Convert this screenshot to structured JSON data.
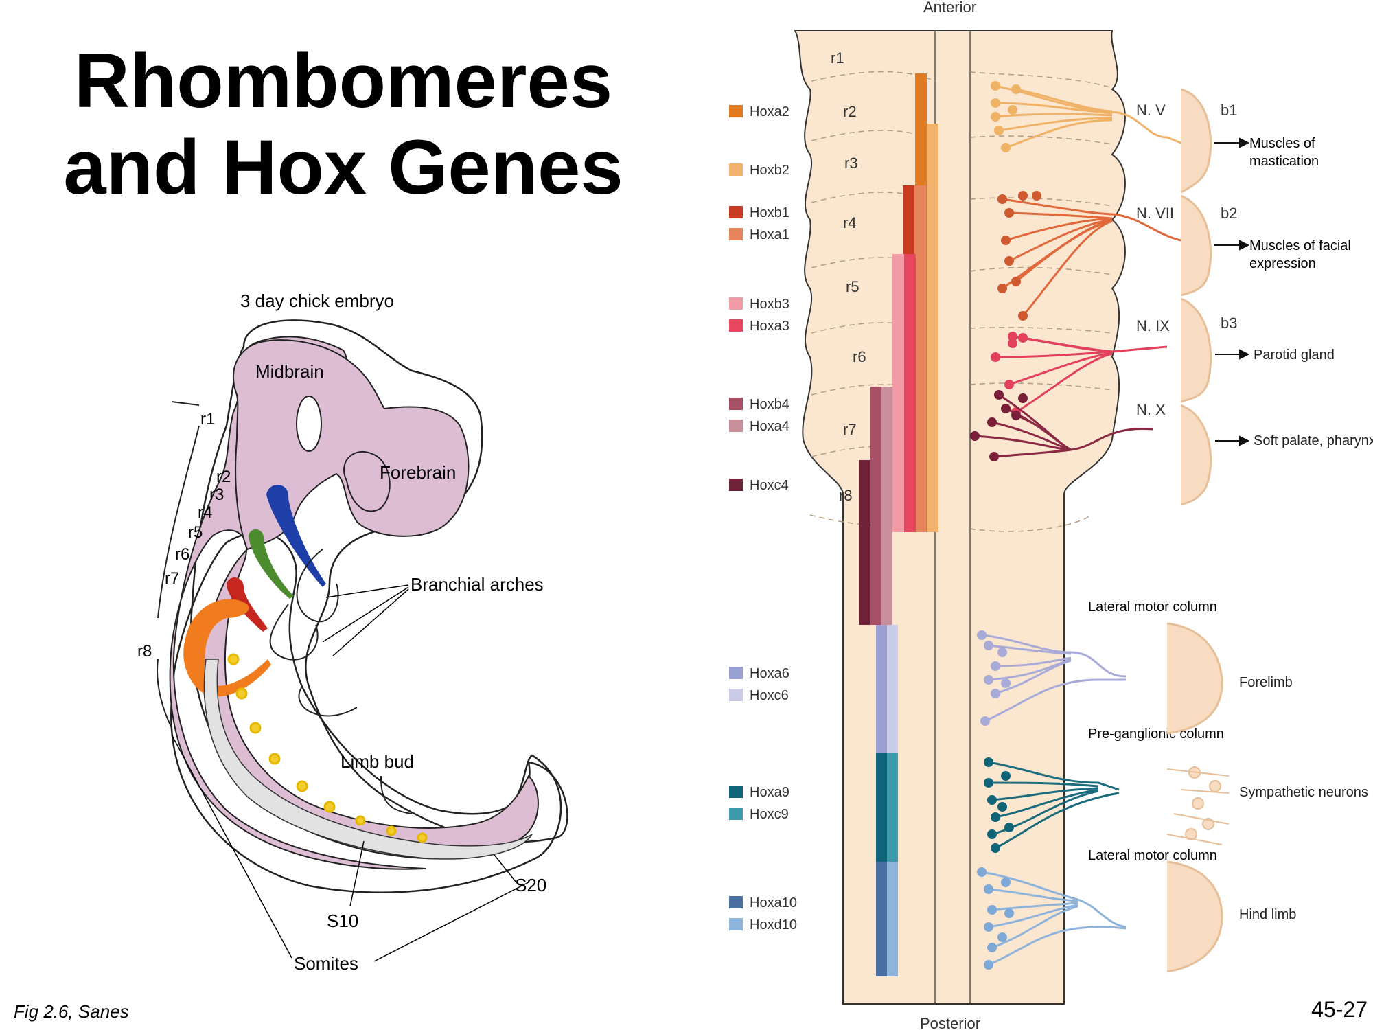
{
  "title": {
    "line1": "Rhombomeres",
    "line2": "and Hox Genes"
  },
  "credit": "Fig 2.6, Sanes",
  "page_number": "45-27",
  "embryo": {
    "caption": "3 day chick embryo",
    "midbrain": "Midbrain",
    "forebrain": "Forebrain",
    "branchial_arches": "Branchial arches",
    "limb_bud": "Limb bud",
    "somites": "Somites",
    "s10": "S10",
    "s20": "S20",
    "rhombomeres": [
      "r1",
      "r2",
      "r3",
      "r4",
      "r5",
      "r6",
      "r7",
      "r8"
    ]
  },
  "hox": {
    "anterior": "Anterior",
    "posterior": "Posterior",
    "segments": [
      "r1",
      "r2",
      "r3",
      "r4",
      "r5",
      "r6",
      "r7",
      "r8"
    ],
    "legend": [
      {
        "name": "Hoxa2",
        "color": "#e07b23"
      },
      {
        "name": "Hoxb2",
        "color": "#f2b26b"
      },
      {
        "name": "Hoxb1",
        "color": "#c93a22"
      },
      {
        "name": "Hoxa1",
        "color": "#e6855c"
      },
      {
        "name": "Hoxb3",
        "color": "#f29aa6"
      },
      {
        "name": "Hoxa3",
        "color": "#e8455e"
      },
      {
        "name": "Hoxb4",
        "color": "#a85066"
      },
      {
        "name": "Hoxa4",
        "color": "#c9909c"
      },
      {
        "name": "Hoxc4",
        "color": "#6e2137"
      },
      {
        "name": "Hoxa6",
        "color": "#9aa0d2"
      },
      {
        "name": "Hoxc6",
        "color": "#cacbe6"
      },
      {
        "name": "Hoxa9",
        "color": "#0f6478"
      },
      {
        "name": "Hoxc9",
        "color": "#3d9aaa"
      },
      {
        "name": "Hoxa10",
        "color": "#4a6fa2"
      },
      {
        "name": "Hoxd10",
        "color": "#8fb4dc"
      }
    ],
    "nerves": [
      "N. V",
      "N. VII",
      "N. IX",
      "N. X"
    ],
    "arches": [
      "b1",
      "b2",
      "b3"
    ],
    "targets": [
      "Muscles of mastication",
      "Muscles of facial expression",
      "Parotid gland",
      "Soft palate, pharynx"
    ],
    "columns": [
      "Lateral motor column",
      "Pre-ganglionic column",
      "Lateral motor column"
    ],
    "spinal_targets": [
      "Forelimb",
      "Sympathetic neurons",
      "Hind limb"
    ]
  }
}
